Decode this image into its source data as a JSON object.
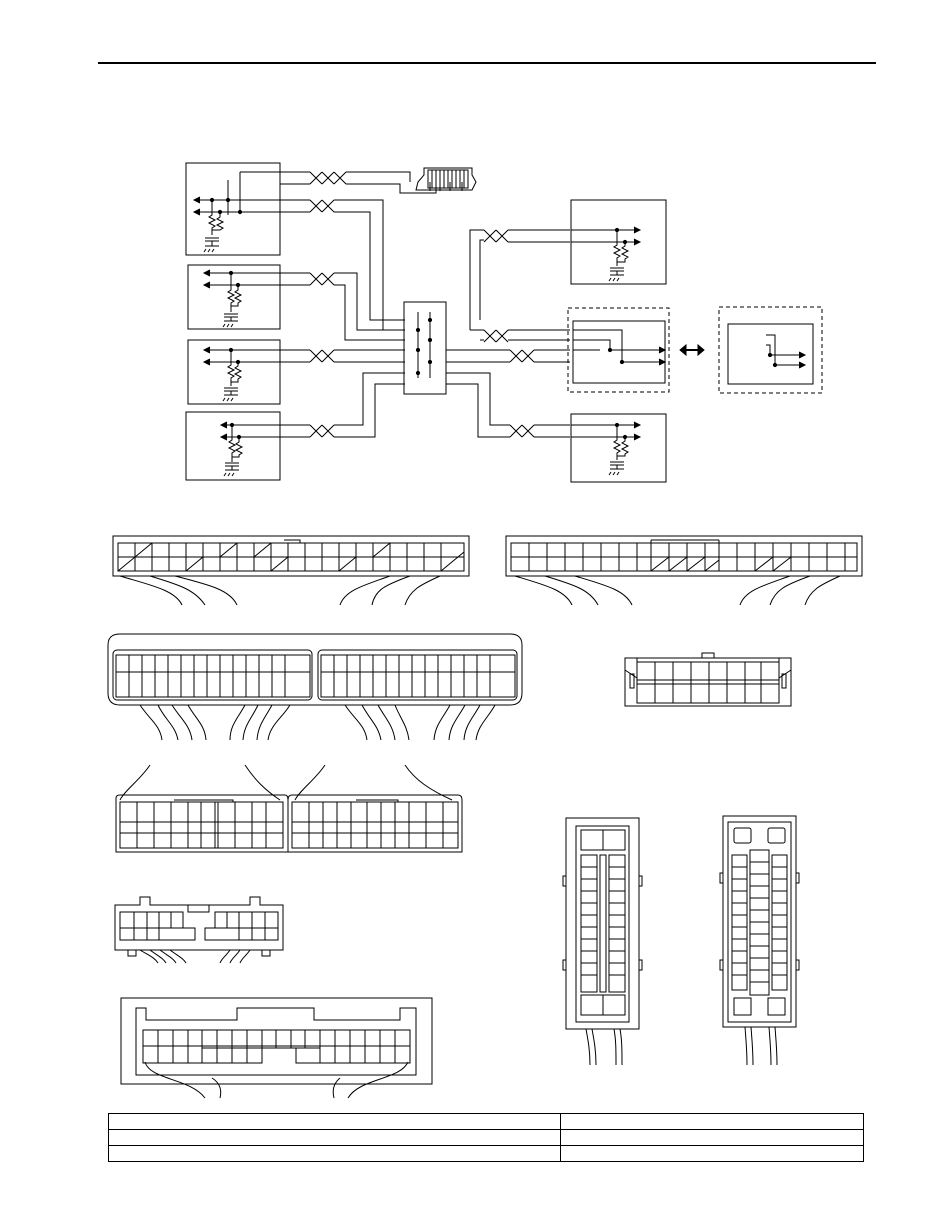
{
  "page": {
    "title": "",
    "caption": ""
  },
  "colors": {
    "line": "#000000",
    "background": "#ffffff"
  },
  "schematic": {
    "left_modules": [
      "",
      "",
      "",
      ""
    ],
    "right_modules": [
      "",
      "",
      ""
    ],
    "alternate_module": "",
    "junction_block": "",
    "diagnostic_connector": "",
    "equivalence_symbol": "double-arrow-icon"
  },
  "connectors": [
    {
      "id": "connector-a",
      "label": ""
    },
    {
      "id": "connector-b",
      "label": ""
    },
    {
      "id": "connector-c",
      "label": ""
    },
    {
      "id": "connector-d",
      "label": ""
    },
    {
      "id": "connector-e",
      "label": ""
    },
    {
      "id": "connector-f",
      "label": ""
    },
    {
      "id": "connector-g",
      "label": ""
    },
    {
      "id": "connector-h",
      "label": ""
    },
    {
      "id": "connector-i",
      "label": ""
    }
  ],
  "legend_table": {
    "rows": [
      [
        "",
        ""
      ],
      [
        "",
        ""
      ],
      [
        "",
        ""
      ]
    ]
  }
}
